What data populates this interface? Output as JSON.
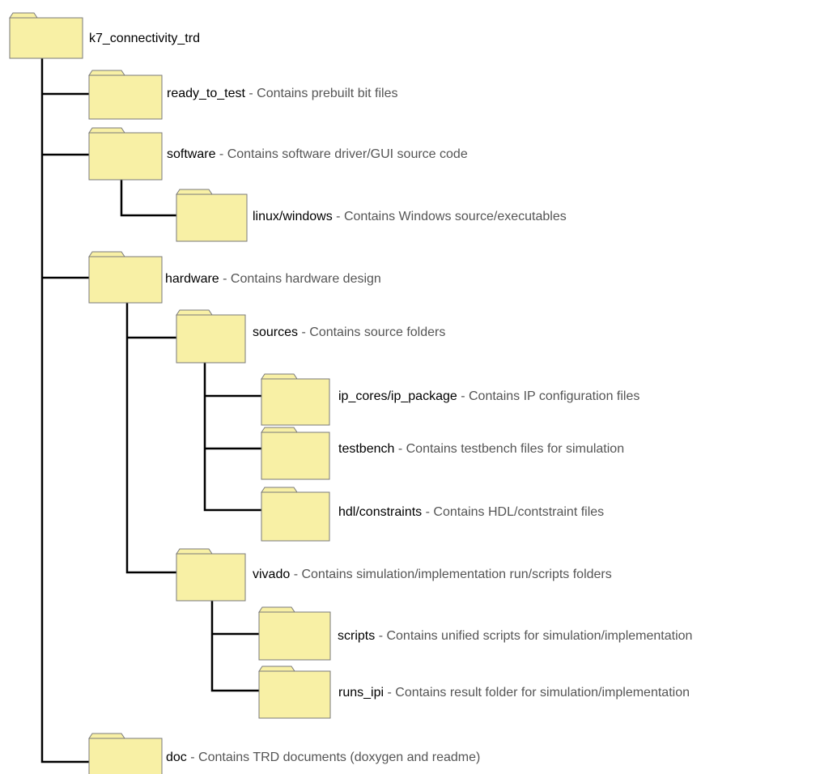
{
  "colors": {
    "folder_fill": "#f8f0a5",
    "folder_stroke": "#7a7a7a",
    "line": "#000000",
    "name_text": "#000000",
    "desc_text": "#555555"
  },
  "icons": {
    "folder": "folder-icon"
  },
  "tree": {
    "root": {
      "name": "k7_connectivity_trd",
      "desc": ""
    },
    "ready_to_test": {
      "name": "ready_to_test",
      "desc": "- Contains prebuilt bit files"
    },
    "software": {
      "name": "software",
      "desc": "- Contains software driver/GUI source code"
    },
    "linux_windows": {
      "name": "linux/windows",
      "desc": "- Contains Windows source/executables"
    },
    "hardware": {
      "name": "hardware",
      "desc": "- Contains hardware design"
    },
    "sources": {
      "name": "sources",
      "desc": "- Contains source folders"
    },
    "ip_cores": {
      "name": "ip_cores/ip_package",
      "desc": "- Contains IP configuration files"
    },
    "testbench": {
      "name": "testbench",
      "desc": "- Contains testbench files for simulation"
    },
    "hdl_constraints": {
      "name": "hdl/constraints",
      "desc": "- Contains HDL/contstraint files"
    },
    "vivado": {
      "name": "vivado",
      "desc": "- Contains simulation/implementation run/scripts folders"
    },
    "scripts": {
      "name": "scripts",
      "desc": "- Contains unified scripts for simulation/implementation"
    },
    "runs_ipi": {
      "name": "runs_ipi",
      "desc": "- Contains result folder for simulation/implementation"
    },
    "doc": {
      "name": "doc",
      "desc": "- Contains TRD documents (doxygen and readme)"
    }
  }
}
